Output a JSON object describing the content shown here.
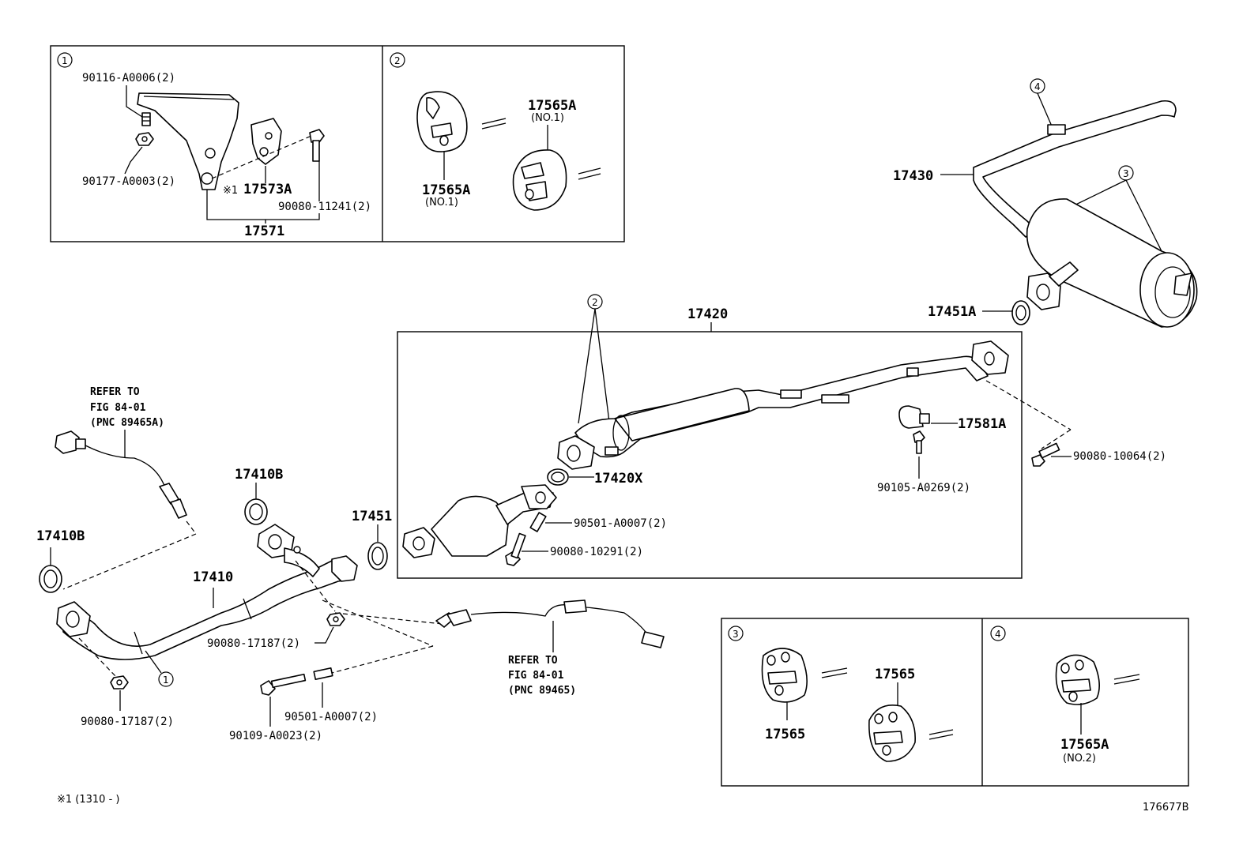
{
  "diagram_id": "176677B",
  "footnote": "※1 (1310 -        )",
  "callouts": {
    "c1": "1",
    "c2": "2",
    "c3": "3",
    "c4": "4"
  },
  "inset1": {
    "bolt_top": "90116-A0006(2)",
    "nut": "90177-A0003(2)",
    "bracket_sub": "※1",
    "bracket": "17573A",
    "bolt_right": "90080-11241(2)",
    "assembly": "17571"
  },
  "inset2": {
    "hanger_a": "17565A",
    "hanger_a_note": "(NO.1)",
    "hanger_b": "17565A",
    "hanger_b_note": "(NO.1)"
  },
  "inset3": {
    "hanger_a": "17565",
    "hanger_b": "17565"
  },
  "inset4": {
    "hanger": "17565A",
    "hanger_note": "(NO.2)"
  },
  "main": {
    "tailpipe": "17430",
    "gasket_tail": "17451A",
    "center_pipe": "17420",
    "stay": "17581A",
    "bolt_right": "90080-10064(2)",
    "bolt_stay": "90105-A0269(2)",
    "gasket_mid": "17420X",
    "spring": "90501-A0007(2)",
    "bolt_cat": "90080-10291(2)",
    "gasket_top": "17410B",
    "gasket_left": "17410B",
    "gasket_front": "17451",
    "front_pipe": "17410",
    "nut_mid": "90080-17187(2)",
    "nut_low": "90080-17187(2)",
    "spring_low": "90501-A0007(2)",
    "bolt_low": "90109-A0023(2)"
  },
  "refs": {
    "left": [
      "REFER TO",
      "FIG 84-01",
      "(PNC 89465A)"
    ],
    "bottom": [
      "REFER TO",
      "FIG 84-01",
      "(PNC 89465)"
    ]
  }
}
